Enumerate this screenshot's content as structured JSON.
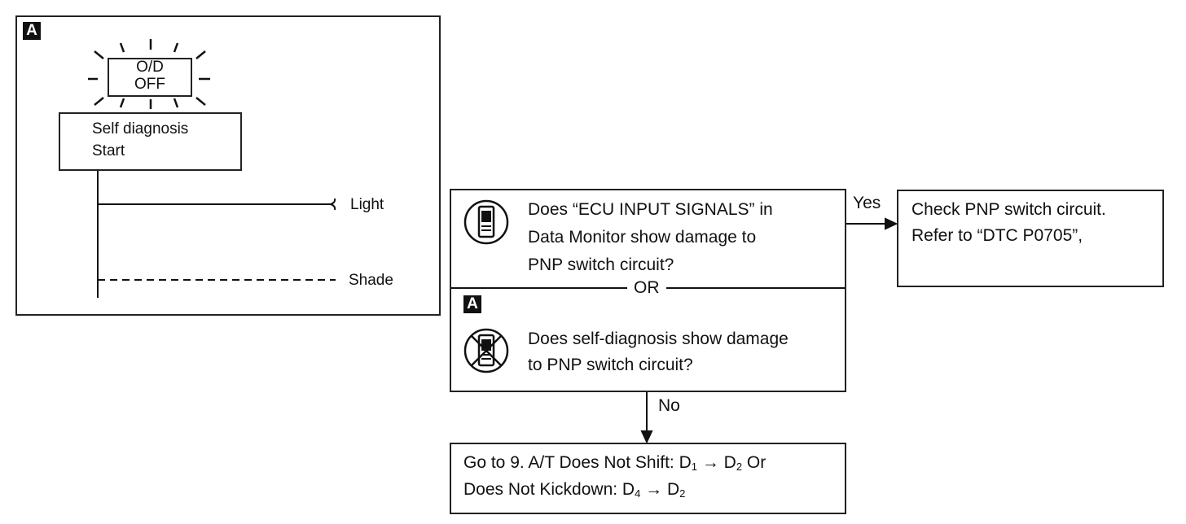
{
  "panel_a": {
    "tag": "A",
    "lamp_line1": "O/D",
    "lamp_line2": "OFF",
    "start_line1": "Self diagnosis",
    "start_line2": "Start",
    "light_label": "Light",
    "shade_label": "Shade"
  },
  "flow": {
    "question1": [
      "Does “ECU INPUT SIGNALS” in",
      "Data Monitor show damage to",
      "PNP switch circuit?"
    ],
    "or_label": "OR",
    "tag": "A",
    "question2": [
      "Does self-diagnosis show damage",
      "to PNP switch circuit?"
    ],
    "yes_label": "Yes",
    "no_label": "No",
    "yes_result": [
      "Check PNP switch circuit.",
      "Refer to “DTC P0705”,"
    ],
    "no_result_line1_prefix": "Go to 9. A/T Does Not Shift: D",
    "no_result_line1_sub1": "1",
    "no_result_line1_mid": " → D",
    "no_result_line1_sub2": "2",
    "no_result_line1_suffix": " Or",
    "no_result_line2_prefix": "Does Not Kickdown: D",
    "no_result_line2_sub1": "4",
    "no_result_line2_mid": " → D",
    "no_result_line2_sub2": "2"
  },
  "icons": [
    "consult-tester-icon",
    "no-tester-icon"
  ]
}
